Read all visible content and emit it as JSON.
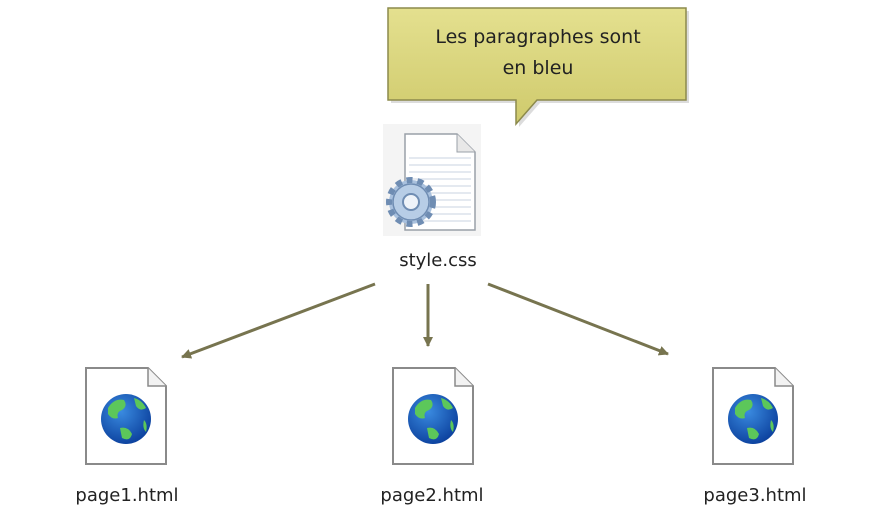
{
  "callout": {
    "line1": "Les paragraphes sont",
    "line2": "en bleu"
  },
  "stylesheet": {
    "name": "style.css",
    "icon": "css-file-gear-icon"
  },
  "pages": [
    {
      "name": "page1.html",
      "icon": "html-file-globe-icon"
    },
    {
      "name": "page2.html",
      "icon": "html-file-globe-icon"
    },
    {
      "name": "page3.html",
      "icon": "html-file-globe-icon"
    }
  ],
  "colors": {
    "callout_fill": "#d9d57e",
    "callout_border": "#8c8a4c",
    "arrow": "#77744f"
  }
}
